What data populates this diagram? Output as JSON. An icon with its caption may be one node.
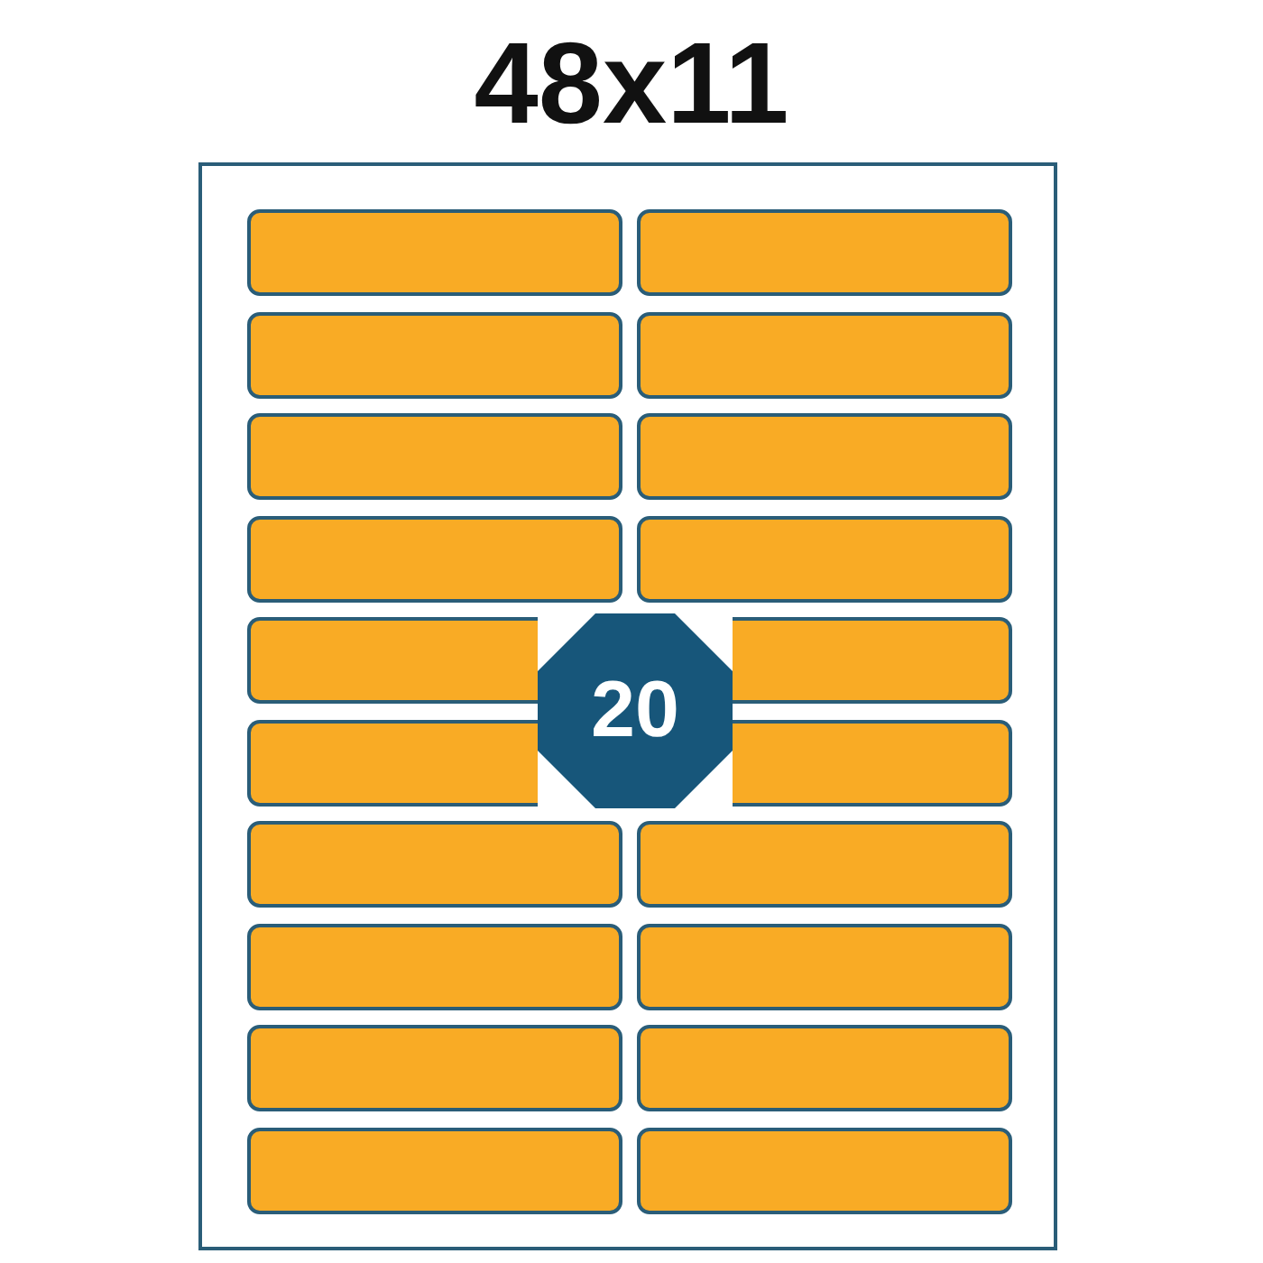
{
  "diagram": {
    "title": "48x11",
    "nodes": [
      {
        "text": [],
        "shape": "box"
      },
      {
        "text": [],
        "shape": "box",
        "in": 0
      },
      {
        "text": [],
        "shape": "box",
        "in": 0
      },
      {
        "text": [],
        "shape": "box",
        "in": 0
      },
      {
        "text": [],
        "shape": "box",
        "in": 0
      },
      {
        "text": [],
        "shape": "box",
        "in": 0
      },
      {
        "text": [],
        "shape": "box",
        "in": 0
      },
      {
        "text": [],
        "shape": "box",
        "in": 0
      },
      {
        "text": [],
        "shape": "box",
        "in": 0
      },
      {
        "text": [],
        "shape": "box",
        "in": 0
      },
      {
        "text": [],
        "shape": "box",
        "in": 0
      },
      {
        "text": [],
        "shape": "box",
        "in": 0
      },
      {
        "text": [],
        "shape": "box",
        "in": 0
      },
      {
        "text": [],
        "shape": "box",
        "in": 0
      },
      {
        "text": [],
        "shape": "box",
        "in": 0
      },
      {
        "text": [],
        "shape": "box",
        "in": 0
      },
      {
        "text": [],
        "shape": "box",
        "in": 0
      },
      {
        "text": [],
        "shape": "box",
        "in": 0
      },
      {
        "text": [],
        "shape": "box",
        "in": 0
      },
      {
        "text": [],
        "shape": "box",
        "in": 0
      },
      {
        "text": [],
        "shape": "box",
        "in": 0
      },
      {
        "text": [
          "20"
        ],
        "in": 0
      }
    ]
  }
}
